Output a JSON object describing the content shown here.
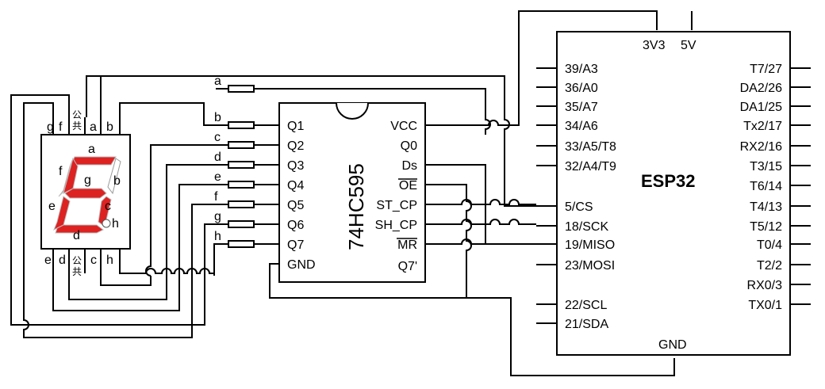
{
  "seven_seg": {
    "top_pins": [
      "g",
      "f",
      "公\n共",
      "a",
      "b"
    ],
    "bottom_pins": [
      "e",
      "d",
      "公\n共",
      "c",
      "h"
    ],
    "segment_labels": {
      "a": "a",
      "b": "b",
      "c": "c",
      "d": "d",
      "e": "e",
      "f": "f",
      "g": "g",
      "h": "h"
    },
    "segment_color": "#dd2222"
  },
  "resistors": [
    "a",
    "b",
    "c",
    "d",
    "e",
    "f",
    "g",
    "h"
  ],
  "chip_595": {
    "name": "74HC595",
    "left_pins": [
      "Q1",
      "Q2",
      "Q3",
      "Q4",
      "Q5",
      "Q6",
      "Q7",
      "GND"
    ],
    "right_pins": [
      "VCC",
      "Q0",
      "Ds",
      "OE",
      "ST_CP",
      "SH_CP",
      "MR",
      "Q7'"
    ]
  },
  "esp32": {
    "name": "ESP32",
    "top_pins": [
      "3V3",
      "5V"
    ],
    "bottom_pin": "GND",
    "left_pins": [
      "39/A3",
      "36/A0",
      "35/A7",
      "34/A6",
      "33/A5/T8",
      "32/A4/T9",
      "5/CS",
      "18/SCK",
      "19/MISO",
      "23/MOSI",
      "22/SCL",
      "21/SDA"
    ],
    "right_pins": [
      "T7/27",
      "DA2/26",
      "DA1/25",
      "Tx2/17",
      "RX2/16",
      "T3/15",
      "T6/14",
      "T4/13",
      "T5/12",
      "T0/4",
      "T2/2",
      "RX0/3",
      "TX0/1"
    ]
  }
}
